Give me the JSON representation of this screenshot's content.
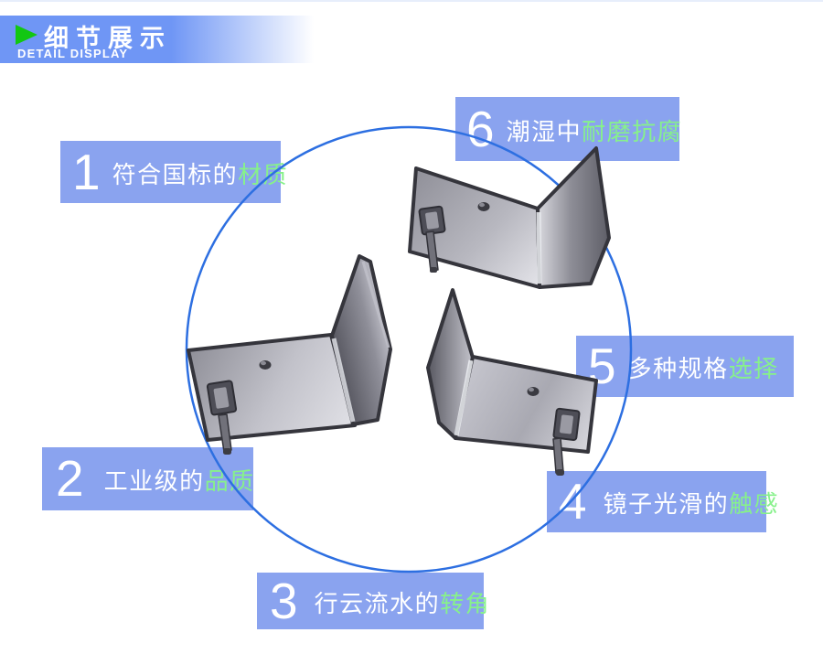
{
  "header": {
    "title": "细节展示",
    "subtitle": "DETAIL DISPLAY"
  },
  "labels": [
    {
      "num": "1",
      "white": "符合国标的",
      "green": "材质"
    },
    {
      "num": "2",
      "white": "工业级的",
      "green": "品质"
    },
    {
      "num": "3",
      "white": "行云流水的",
      "green": "转角"
    },
    {
      "num": "4",
      "white": "镜子光滑的",
      "green": "触感"
    },
    {
      "num": "5",
      "white": "多种规格",
      "green": "选择"
    },
    {
      "num": "6",
      "white": "潮湿中",
      "green": "耐磨抗腐"
    }
  ],
  "colors": {
    "banner_blue": "#6f96f5",
    "label_blue": "#8aa3ef",
    "text_green": "#87f18b",
    "circle_stroke": "#2d6fe1",
    "triangle_green": "#12c712"
  }
}
